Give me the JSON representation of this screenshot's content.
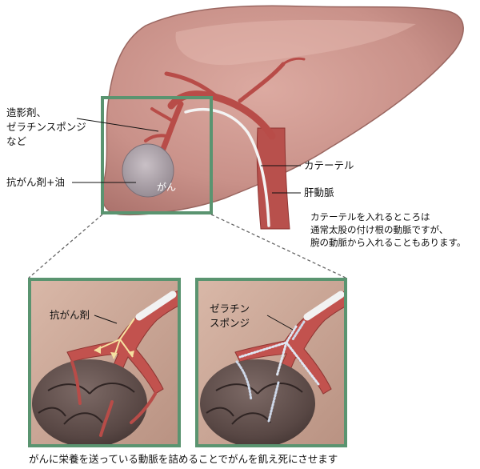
{
  "labels": {
    "contrast_sponge": [
      "造影剤、",
      "ゼラチンスポンジ",
      "など"
    ],
    "anticancer_oil": "抗がん剤+油",
    "cancer": "がん",
    "catheter": "カテーテル",
    "hepatic_artery": "肝動脈",
    "note": [
      "カテーテルを入れるところは",
      "通常太股の付け根の動脈ですが、",
      "腕の動脈から入れることもあります。"
    ],
    "panel_left_label": "抗がん剤",
    "panel_right_label": [
      "ゼラチン",
      "スポンジ"
    ],
    "caption": "がんに栄養を送っている動脈を詰めることでがんを飢え死にさせます"
  },
  "colors": {
    "frame_green": "#5a9470",
    "liver_fill": "#c7918a",
    "liver_edge": "#9a6660",
    "artery": "#b84c48",
    "tumor": "#6a5552",
    "panel_bg": "#c9a797"
  }
}
